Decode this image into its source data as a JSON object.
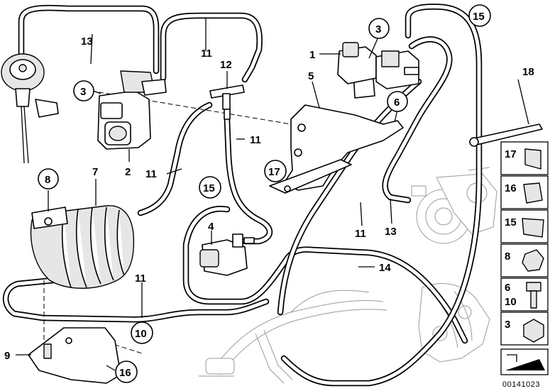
{
  "labels": {
    "l13a": "13",
    "l11a": "11",
    "l12": "12",
    "l3a": "3",
    "l1": "1",
    "l3b": "3",
    "l15a": "15",
    "l18": "18",
    "l5": "5",
    "l6": "6",
    "l17a": "17",
    "l11b": "11",
    "l2": "2",
    "l11c": "11",
    "l8": "8",
    "l7": "7",
    "l15b": "15",
    "l4": "4",
    "l11d": "11",
    "l13b": "13",
    "l14": "14",
    "l11e": "11",
    "l10": "10",
    "l9": "9",
    "l16": "16"
  },
  "legend": {
    "k17": "17",
    "k16": "16",
    "k15": "15",
    "k8": "8",
    "k6": "6",
    "k10": "10",
    "k3": "3"
  },
  "reference": "00141023"
}
